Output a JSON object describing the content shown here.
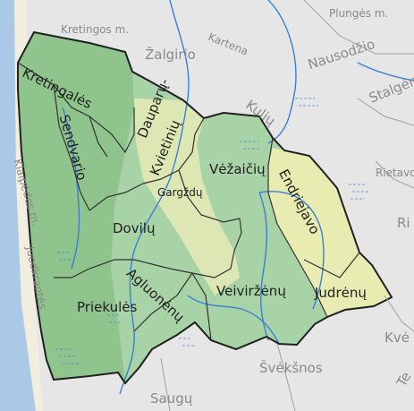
{
  "map": {
    "colors": {
      "sea": "#a9c9e6",
      "sand": "#f2eedf",
      "outside": "#e6e6e6",
      "district": "#a8d3a6",
      "darker": "#8fc48c",
      "uplands": "#dde7b4",
      "east": "#e8ecb0",
      "river": "#3a7fd6",
      "border": "#202020",
      "inner_border": "#333333"
    },
    "exterior_labels": {
      "kretingos": "Kretingos m.",
      "plunges": "Plungės m.",
      "kartena": "Kartena",
      "zalgirio": "Žalgirio",
      "nausodzio": "Nausodžio",
      "kuliu": "Kulių",
      "stalgenu": "Stalgėnų",
      "rietavo": "Rietavo",
      "ri": "Ri",
      "kve": "Kvė",
      "sveksnos": "Švėkšnos",
      "klaipedos": "Klaipėdos m.",
      "juodkrantes": "Juodkrantės",
      "saugu": "Saugų",
      "te": "Te"
    },
    "municipality_labels": {
      "kretingales": "Kretingalės",
      "sendvario": "Sendvario",
      "dauparu": "Dauparų-",
      "kvietiniu": "Kvietinių",
      "gargzdu": "Gargždų",
      "vezaiciu": "Vėžaičių",
      "endriejavo": "Endriejavo",
      "doviliu": "Dovilų",
      "agluonenu": "Agluonėnų",
      "priekules": "Priekulės",
      "veiviirzenu": "Veiviržėnų",
      "judrenu": "Judrėnų"
    }
  }
}
